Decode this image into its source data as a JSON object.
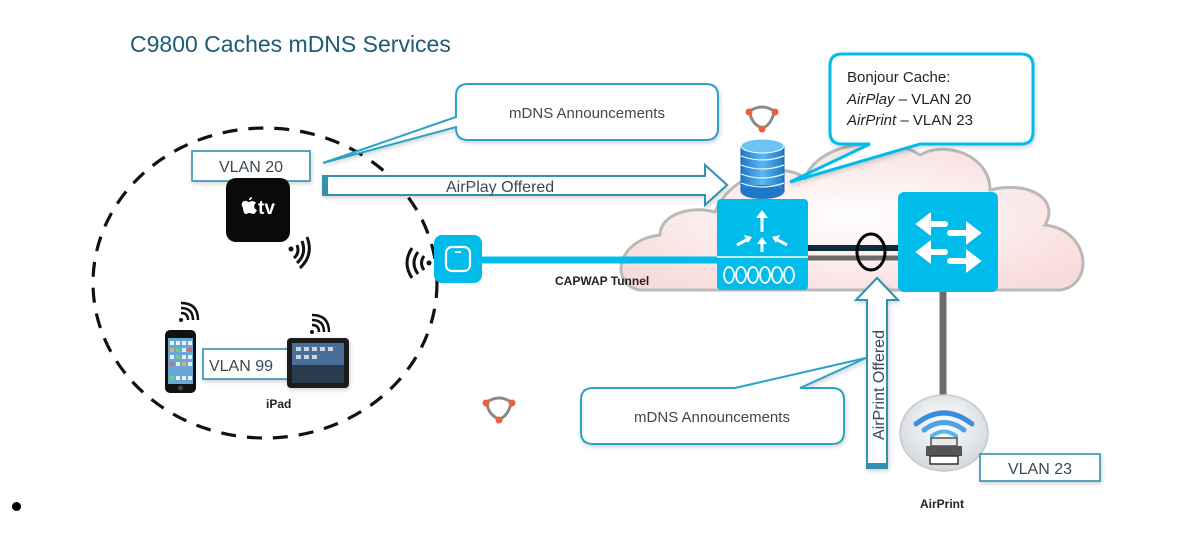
{
  "title": "C9800 Caches mDNS Services",
  "colors": {
    "title": "#1f5a75",
    "cisco_blue": "#00bceb",
    "callout_border": "#2aa3c8",
    "label_border": "#3190b0",
    "text_gray": "#3a4a55",
    "cloud_fill": "#fbe9e8",
    "cloud_stroke": "#b9b9b9",
    "dark_link": "#0b2a3a",
    "gray_link": "#6b6b6b"
  },
  "callouts": {
    "mdns_top": "mDNS Announcements",
    "mdns_bottom": "mDNS Announcements",
    "bonjour_cache": {
      "heading": "Bonjour Cache:",
      "entries": [
        {
          "service": "AirPlay",
          "vlan": "VLAN 20"
        },
        {
          "service": "AirPrint",
          "vlan": "VLAN 23"
        }
      ],
      "separator": " – "
    }
  },
  "arrows": {
    "airplay_offered": "AirPlay Offered",
    "airprint_offered": "AirPrint Offered"
  },
  "vlan_labels": {
    "apple_tv": "VLAN 20",
    "mobile": "VLAN 99",
    "printer": "VLAN 23"
  },
  "device_labels": {
    "ipad": "iPad",
    "airprint": "AirPrint",
    "apple_tv_logo": "tv",
    "tunnel": "CAPWAP Tunnel"
  },
  "icons": {
    "apple_tv": "apple-tv-icon",
    "access_point": "access-point-icon",
    "wlc": "wireless-controller-icon",
    "switch": "switch-icon",
    "cache_db": "database-icon",
    "bonjour": "bonjour-icon",
    "printer": "airprint-printer-icon",
    "iphone": "iphone-icon",
    "ipad": "ipad-icon"
  }
}
